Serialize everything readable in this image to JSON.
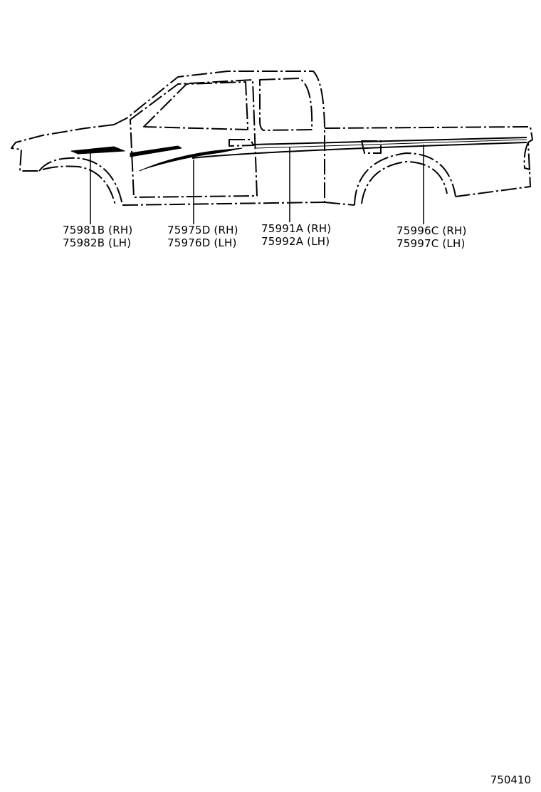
{
  "callouts": [
    {
      "rh": "75981B (RH)",
      "lh": "75982B (LH)"
    },
    {
      "rh": "75975D (RH)",
      "lh": "75976D (LH)"
    },
    {
      "rh": "75991A (RH)",
      "lh": "75992A (LH)"
    },
    {
      "rh": "75996C (RH)",
      "lh": "75997C (LH)"
    }
  ],
  "illustration_code": "750410"
}
